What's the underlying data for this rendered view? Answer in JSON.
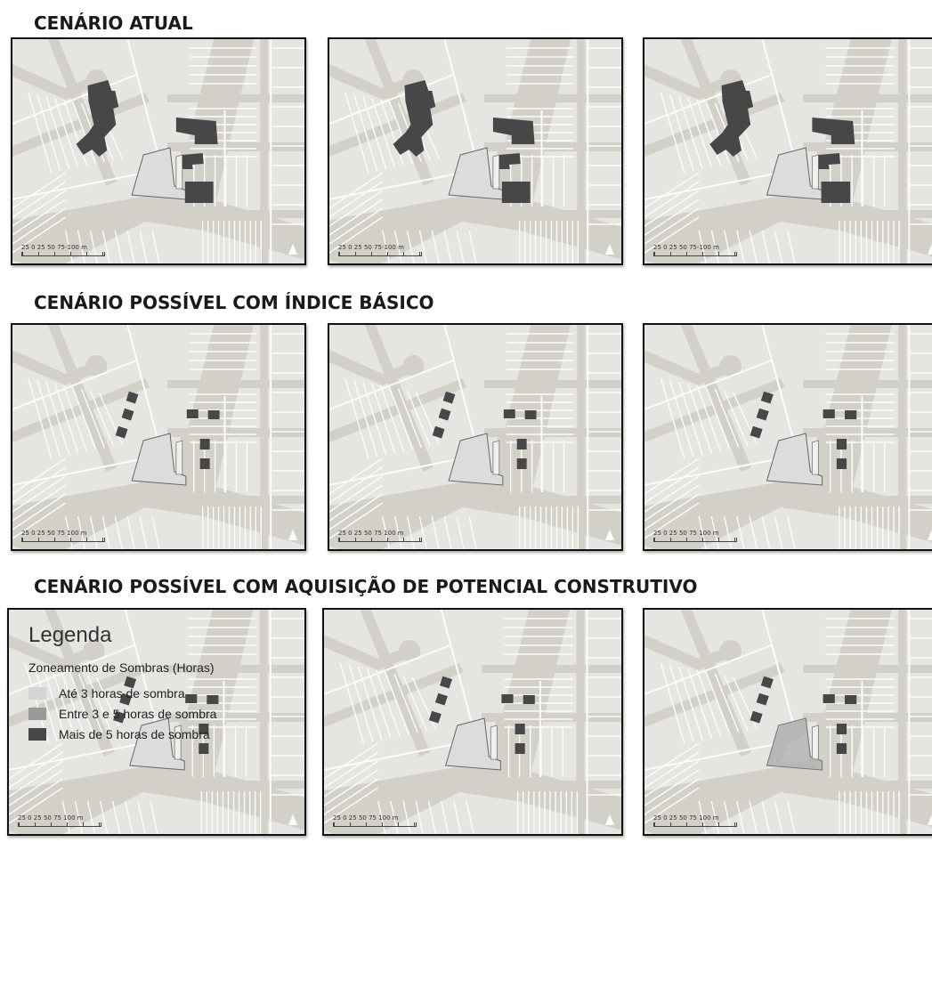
{
  "sections": [
    {
      "title": "CENÁRIO ATUAL"
    },
    {
      "title": "CENÁRIO POSSÍVEL COM ÍNDICE BÁSICO"
    },
    {
      "title": "CENÁRIO POSSÍVEL COM AQUISIÇÃO DE POTENCIAL CONSTRUTIVO"
    }
  ],
  "scalebars": [
    "25  0  25  50  75-100 m",
    "25  0  25  50  75 100 m",
    "25  0  25  50  75 100 m"
  ],
  "legend": {
    "title": "Legenda",
    "subtitle": "Zoneamento de Sombras (Horas)",
    "items": [
      {
        "label": "Até 3 horas de sombra",
        "color": "#d4d4d4"
      },
      {
        "label": "Entre 3 e 5 horas de sombra",
        "color": "#999999"
      },
      {
        "label": "Mais de 5 horas de sombra",
        "color": "#474747"
      }
    ]
  },
  "colors": {
    "background": "#e6e5e1",
    "street": "#d3d0c9",
    "parcel_line": "#fbfbfa",
    "dark": "#474747",
    "light": "#d4d4d4",
    "medium": "#999999"
  }
}
